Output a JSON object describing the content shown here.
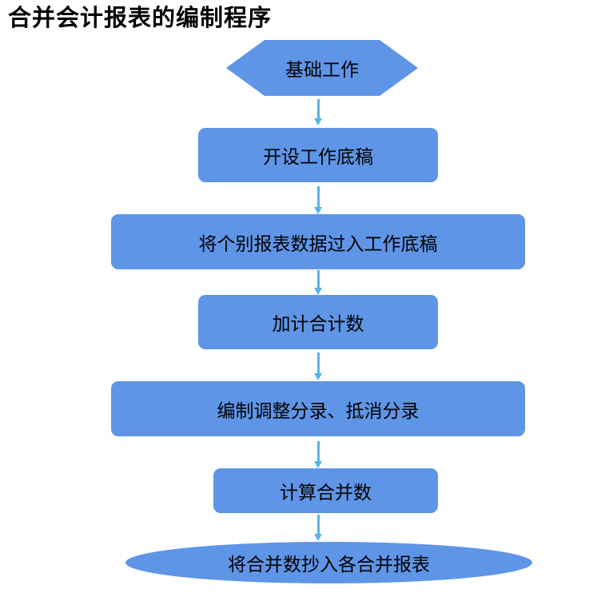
{
  "title": "合并会计报表的编制程序",
  "colors": {
    "node_fill": "#5f95e6",
    "arrow": "#56b3e6",
    "text": "#000000"
  },
  "flowchart": {
    "nodes": [
      {
        "id": "start",
        "shape": "hexagon",
        "label": "基础工作"
      },
      {
        "id": "step1",
        "shape": "rounded-rect",
        "label": "开设工作底稿"
      },
      {
        "id": "step2",
        "shape": "rounded-rect",
        "label": "将个别报表数据过入工作底稿"
      },
      {
        "id": "step3",
        "shape": "rounded-rect",
        "label": "加计合计数"
      },
      {
        "id": "step4",
        "shape": "rounded-rect",
        "label": "编制调整分录、抵消分录"
      },
      {
        "id": "step5",
        "shape": "rounded-rect",
        "label": "计算合并数"
      },
      {
        "id": "end",
        "shape": "ellipse",
        "label": "将合并数抄入各合并报表"
      }
    ],
    "edges": [
      {
        "from": "start",
        "to": "step1"
      },
      {
        "from": "step1",
        "to": "step2"
      },
      {
        "from": "step2",
        "to": "step3"
      },
      {
        "from": "step3",
        "to": "step4"
      },
      {
        "from": "step4",
        "to": "step5"
      },
      {
        "from": "step5",
        "to": "end"
      }
    ]
  }
}
